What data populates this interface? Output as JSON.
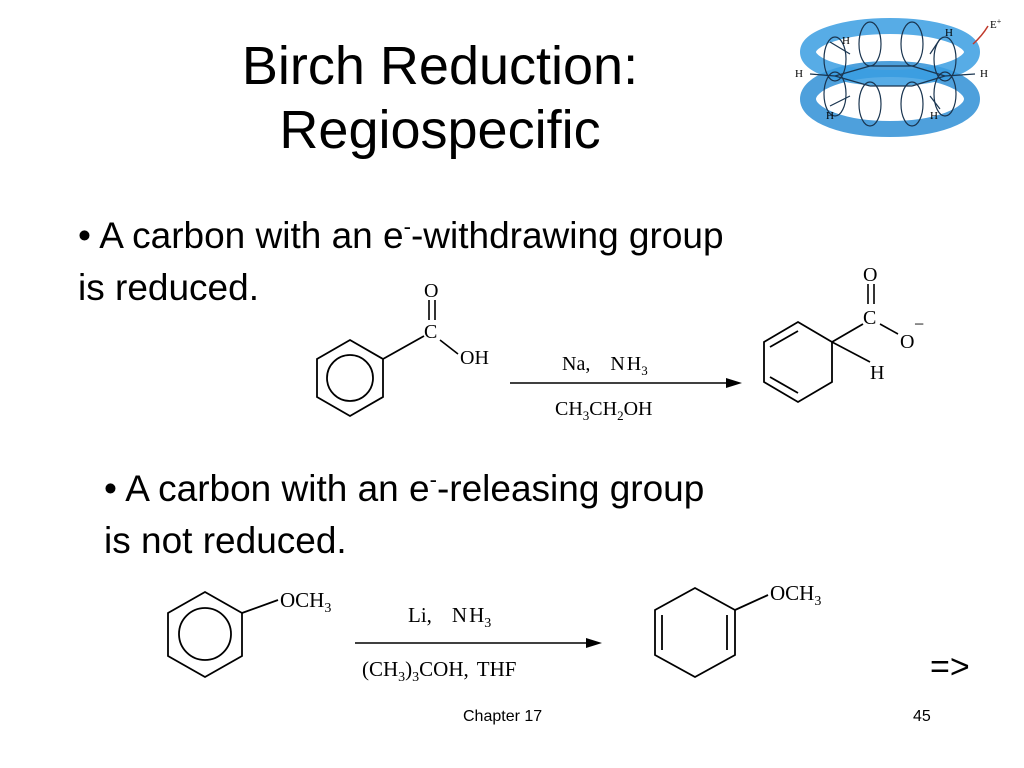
{
  "slide": {
    "title_line1": "Birch Reduction:",
    "title_line2": "Regiospecific",
    "bullet1": {
      "marker": "• ",
      "text_before": "A carbon with an e",
      "superscript": "-",
      "text_after": "-withdrawing group",
      "line2": "is reduced."
    },
    "bullet2": {
      "marker": "• ",
      "text_before": "A carbon with an e",
      "superscript": "-",
      "text_after": "-releasing group",
      "line2": "is not reduced."
    },
    "next_link": "=>",
    "footer_chapter": "Chapter 17",
    "footer_page": "45"
  },
  "logo": {
    "h_labels": [
      "H",
      "H",
      "H",
      "H",
      "H",
      "H"
    ],
    "electrophile": "E",
    "electrophile_charge": "+",
    "ring_color": "#2f8fd6"
  },
  "reaction1": {
    "reactant_o": "O",
    "reactant_c": "C",
    "reactant_oh": "OH",
    "reagent_top_na": "Na,",
    "reagent_top_n": "N",
    "reagent_top_h": "H",
    "reagent_top_sub": "3",
    "reagent_bottom_ch": "CH",
    "reagent_bottom_sub1": "3",
    "reagent_bottom_ch2": "CH",
    "reagent_bottom_sub2": "2",
    "reagent_bottom_oh": "OH",
    "product_o_top": "O",
    "product_c": "C",
    "product_o": "O",
    "product_charge": "−",
    "product_h": "H"
  },
  "reaction2": {
    "reactant_sub_och": "OCH",
    "reactant_sub_3": "3",
    "reagent_top_li": "Li,",
    "reagent_top_n": "N",
    "reagent_top_h": "H",
    "reagent_top_sub": "3",
    "reagent_bottom_open": "(CH",
    "reagent_bottom_sub1": "3",
    "reagent_bottom_close": ")",
    "reagent_bottom_sub2": "3",
    "reagent_bottom_coh": "COH,",
    "reagent_bottom_thf": "THF",
    "product_sub_och": "OCH",
    "product_sub_3": "3"
  }
}
